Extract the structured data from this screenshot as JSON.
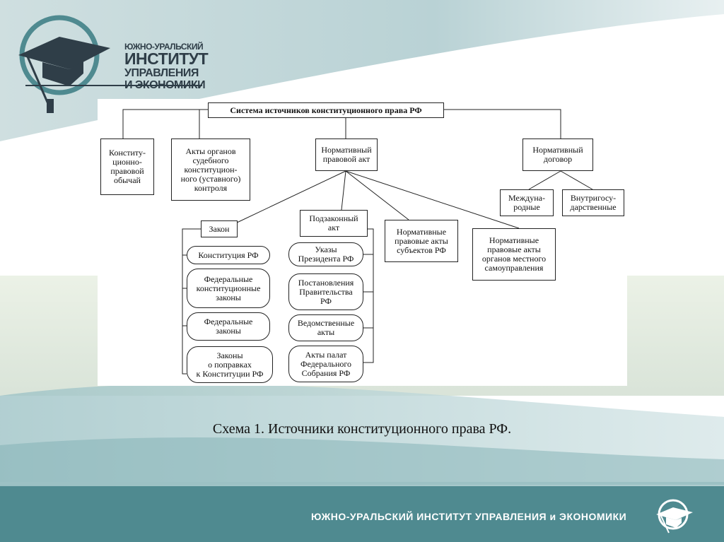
{
  "logo": {
    "line1": "ЮЖНО-УРАЛЬСКИЙ",
    "line2": "ИНСТИТУТ",
    "line3": "УПРАВЛЕНИЯ",
    "line4": "И ЭКОНОМИКИ"
  },
  "diagram": {
    "title": "Система источников конституционного права РФ",
    "level1": {
      "custom": "Конститу-\nционно-\nправовой\nобычай",
      "court_acts": "Акты органов\nсудебного\nконституцион-\nного (уставного)\nконтроля",
      "normative_act": "Нормативный\nправовой акт",
      "normative_contract": "Нормативный\nдоговор"
    },
    "contracts": {
      "international": "Междуна-\nродные",
      "domestic": "Внутригосу-\nдарственные"
    },
    "level2": {
      "law": "Закон",
      "sublegal": "Подзаконный\nакт",
      "subjects": "Нормативные\nправовые акты\nсубъектов РФ",
      "local": "Нормативные\nправовые акты\nорганов местного\nсамоуправления"
    },
    "laws": [
      "Конституция РФ",
      "Федеральные\nконституционные\nзаконы",
      "Федеральные\nзаконы",
      "Законы\nо поправках\nк Конституции РФ"
    ],
    "sublegal_acts": [
      "Указы\nПрезидента РФ",
      "Постановления\nПравительства\nРФ",
      "Ведомственные\nакты",
      "Акты палат\nФедерального\nСобрания РФ"
    ]
  },
  "caption": "Схема 1. Источники конституционного права РФ.",
  "footer": {
    "text": "ЮЖНО-УРАЛЬСКИЙ ИНСТИТУТ УПРАВЛЕНИЯ и ЭКОНОМИКИ"
  },
  "colors": {
    "brand_teal": "#4f8a90",
    "brand_dark": "#2f3e48",
    "light_teal": "#bcd6d8"
  }
}
